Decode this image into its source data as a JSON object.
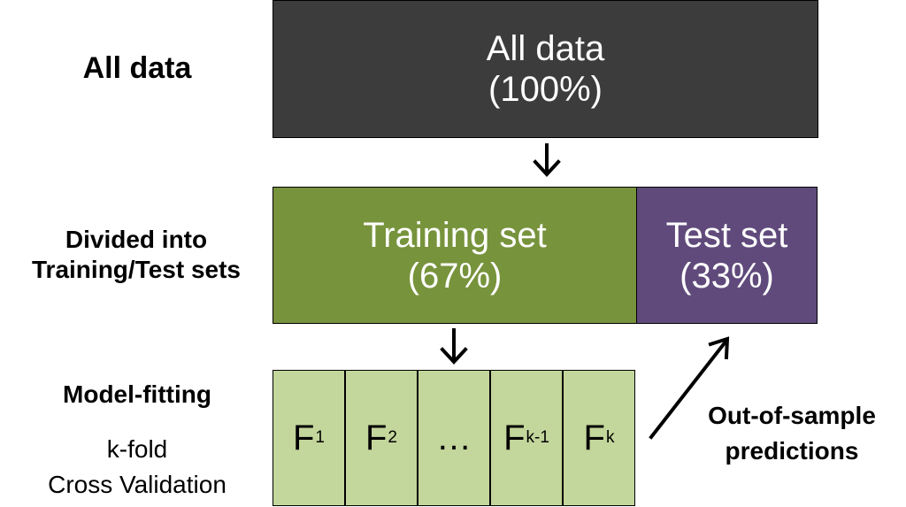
{
  "row_labels": {
    "all_data": "All data",
    "divided_line1": "Divided into",
    "divided_line2": "Training/Test sets",
    "model_fitting": "Model-fitting",
    "kfold_line1": "k-fold",
    "kfold_line2": "Cross Validation"
  },
  "all_data_box": {
    "title": "All data",
    "percent": "(100%)",
    "color": "#3c3c3c"
  },
  "training_box": {
    "title": "Training set",
    "percent": "(67%)",
    "color": "#77933c"
  },
  "test_box": {
    "title": "Test set",
    "percent": "(33%)",
    "color": "#604a7b"
  },
  "folds": [
    {
      "main": "F",
      "sub": "1"
    },
    {
      "main": "F",
      "sub": "2"
    },
    {
      "main": "…",
      "sub": ""
    },
    {
      "main": "F",
      "sub": "k-1"
    },
    {
      "main": "F",
      "sub": "k"
    }
  ],
  "fold_color": "#c3d69b",
  "oos_label": {
    "line1": "Out-of-sample",
    "line2": "predictions"
  }
}
